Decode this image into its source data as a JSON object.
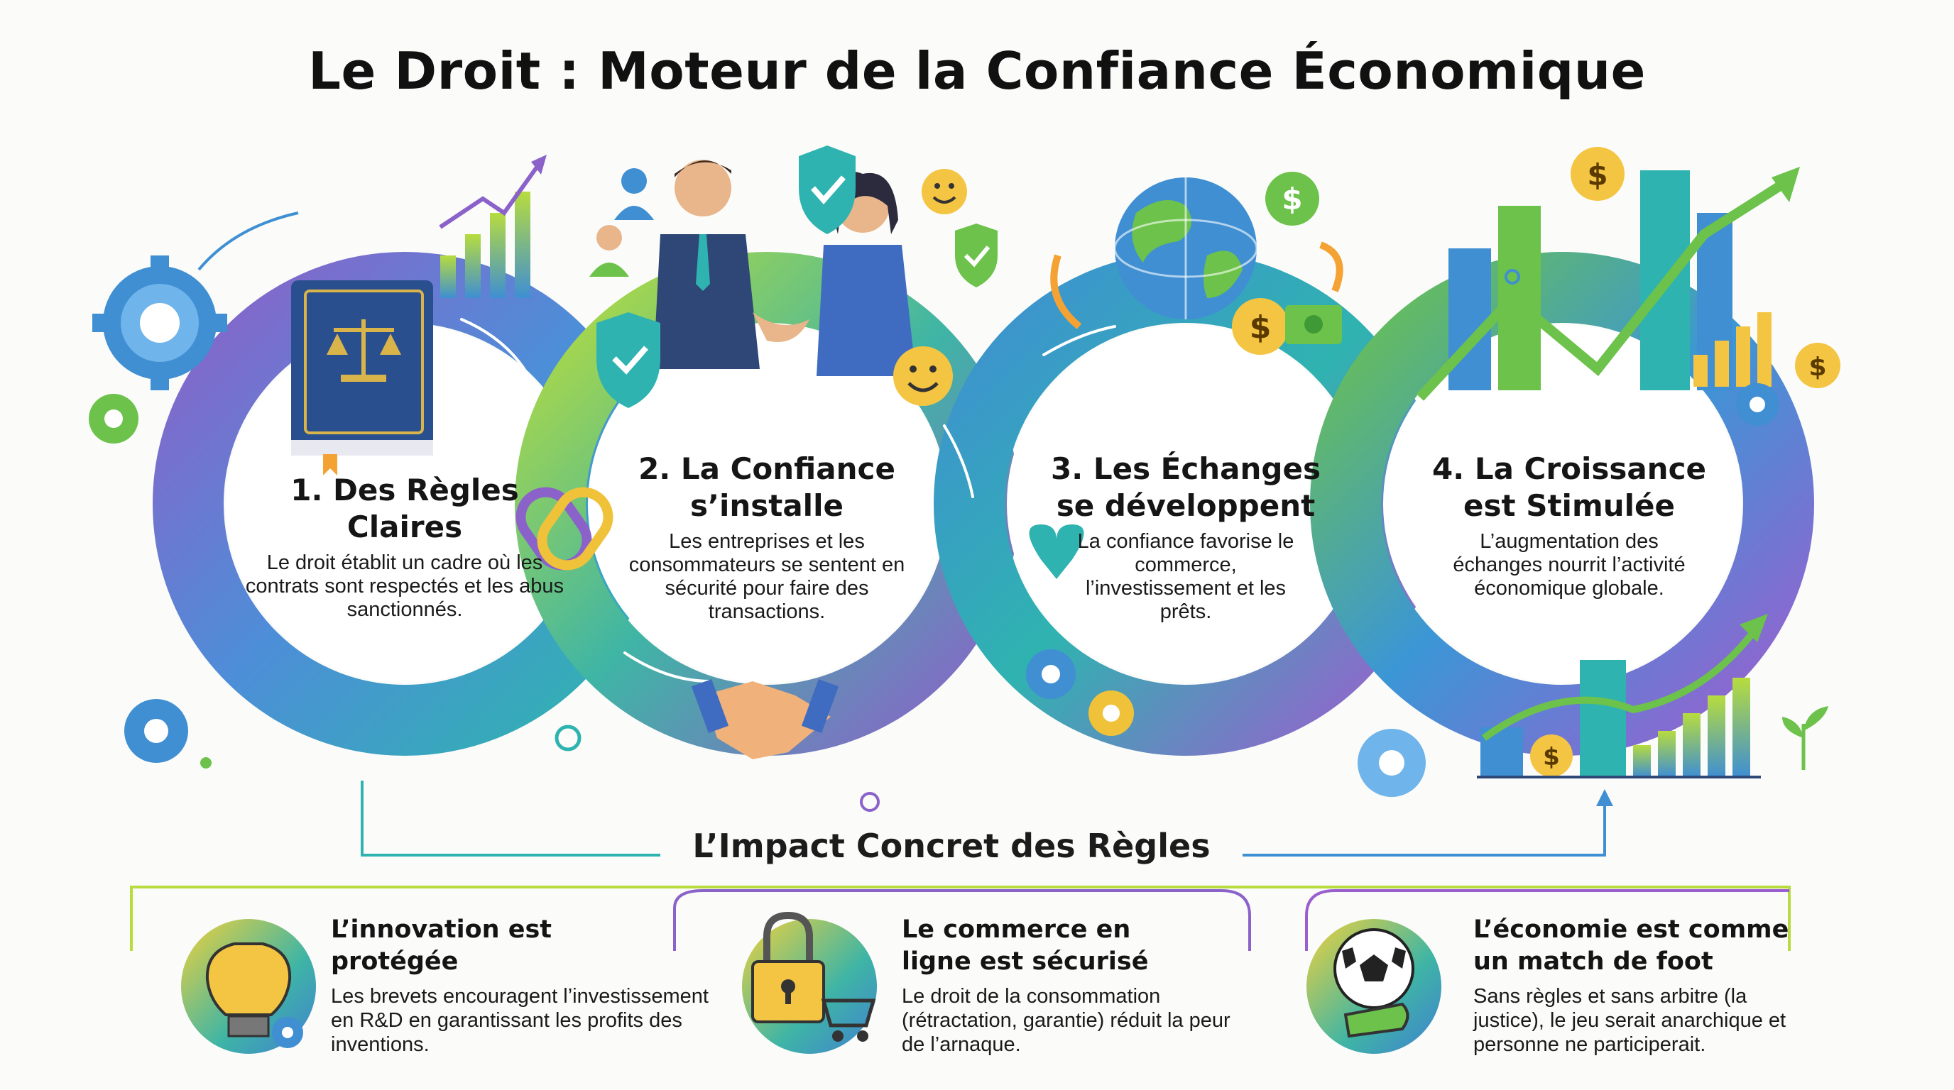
{
  "title": "Le Droit : Moteur de la Confiance Économique",
  "steps": [
    {
      "title": "1. Des Règles Claires",
      "text": "Le droit établit un cadre où les contrats sont respectés et les abus sanctionnés."
    },
    {
      "title": "2. La Confiance s’installe",
      "text": "Les entreprises et les consommateurs se sentent en sécurité pour faire des transactions."
    },
    {
      "title": "3. Les Échanges se développent",
      "text": "La confiance favorise le commerce, l’investissement et les prêts."
    },
    {
      "title": "4. La Croissance est Stimulée",
      "text": "L’augmentation des échanges nourrit l’activité économique globale."
    }
  ],
  "impact": {
    "title": "L’Impact Concret des Règles",
    "cards": [
      {
        "title": "L’innovation est protégée",
        "text": "Les brevets encouragent l’investissement en R&D en garantissant les profits des inventions.",
        "icon": "lightbulb-icon"
      },
      {
        "title": "Le commerce en ligne est sécurisé",
        "text": "Le droit de la consommation (rétractation, garantie) réduit la peur de l’arnaque.",
        "icon": "padlock-cart-icon"
      },
      {
        "title": "L’économie est comme un match de foot",
        "text": "Sans règles et sans arbitre (la justice), le jeu serait anarchique et personne ne participerait.",
        "icon": "soccer-ball-whistle-icon"
      }
    ]
  },
  "colors": {
    "purple": "#8b62c9",
    "blue": "#3f8fd2",
    "teal": "#2fb3b0",
    "green": "#6cc24a",
    "lime": "#b7dc3e",
    "gold": "#f4c542"
  }
}
